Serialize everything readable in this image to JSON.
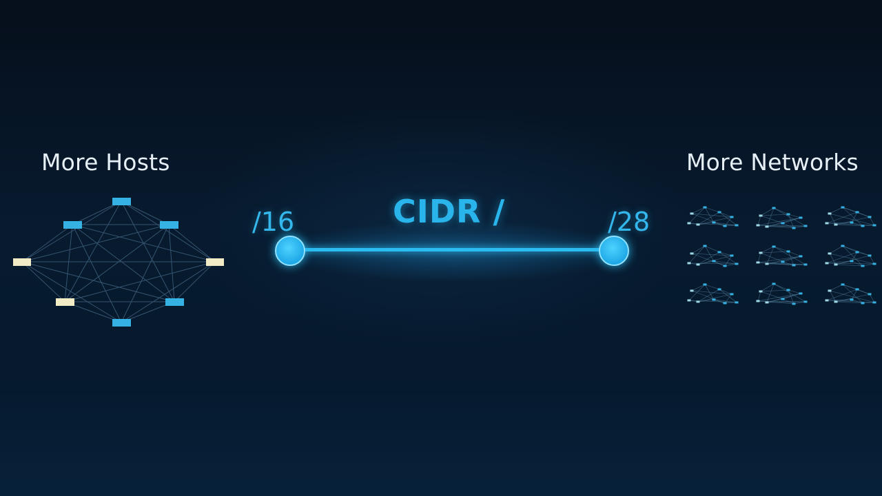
{
  "left_panel": {
    "title": "More Hosts"
  },
  "right_panel": {
    "title": "More Networks"
  },
  "slider": {
    "title": "CIDR /",
    "min_label": "/16",
    "max_label": "/28",
    "accent_color": "#2bbcf1"
  },
  "colors": {
    "background": "#061526",
    "host_node_blue": "#35b2e3",
    "host_node_cream": "#f1ecc6",
    "edge": "#4a7a9c"
  }
}
